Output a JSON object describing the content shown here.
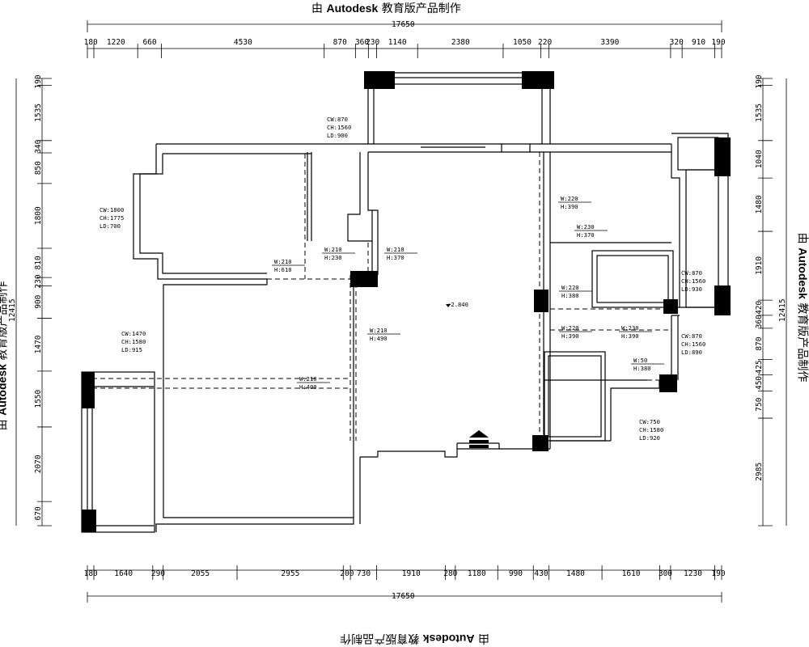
{
  "watermark": {
    "prefix": "由 ",
    "brand": "Autodesk",
    "suffix": " 教育版产品制作"
  },
  "dimensions": {
    "overall_width": "17650",
    "overall_height": "12415",
    "top_segments": [
      "180",
      "1220",
      "660",
      "4530",
      "870",
      "360",
      "230",
      "1140",
      "2380",
      "1050",
      "220",
      "3390",
      "320",
      "910",
      "190"
    ],
    "bottom_segments": [
      "180",
      "1640",
      "290",
      "2055",
      "2955",
      "200",
      "730",
      "1910",
      "280",
      "1180",
      "990",
      "430",
      "1480",
      "1610",
      "300",
      "1230",
      "190"
    ],
    "left_segments": [
      "190",
      "1535",
      "340",
      "850",
      "1800",
      "810",
      "230",
      "900",
      "1470",
      "1550",
      "2070",
      "670"
    ],
    "right_segments": [
      "190",
      "1535",
      "1040",
      "1480",
      "1910",
      "420",
      "360",
      "870",
      "425",
      "450",
      "750",
      "2985"
    ]
  },
  "window_tags": [
    {
      "cw": "CW:870",
      "ch": "CH:1560",
      "ld": "LD:900"
    },
    {
      "cw": "CW:1800",
      "ch": "CH:1775",
      "ld": "LD:700"
    },
    {
      "cw": "CW:1470",
      "ch": "CH:1580",
      "ld": "LD:915"
    },
    {
      "cw": "CW:870",
      "ch": "CH:1560",
      "ld": "LD:930"
    },
    {
      "cw": "CW:870",
      "ch": "CH:1560",
      "ld": "LD:890"
    },
    {
      "cw": "CW:750",
      "ch": "CH:1580",
      "ld": "LD:920"
    }
  ],
  "beam_tags": [
    {
      "w": "W:220",
      "h": "H:390"
    },
    {
      "w": "W:230",
      "h": "H:370"
    },
    {
      "w": "W:210",
      "h": "H:230"
    },
    {
      "w": "W:210",
      "h": "H:370"
    },
    {
      "w": "W:210",
      "h": "H:610"
    },
    {
      "w": "W:220",
      "h": "H:380"
    },
    {
      "w": "W:210",
      "h": "H:490"
    },
    {
      "w": "W:220",
      "h": "H:390"
    },
    {
      "w": "W:230",
      "h": "H:390"
    },
    {
      "w": "W:50",
      "h": "H:380"
    },
    {
      "w": "W:210",
      "h": "H:400"
    }
  ],
  "level_mark": "+2.840"
}
